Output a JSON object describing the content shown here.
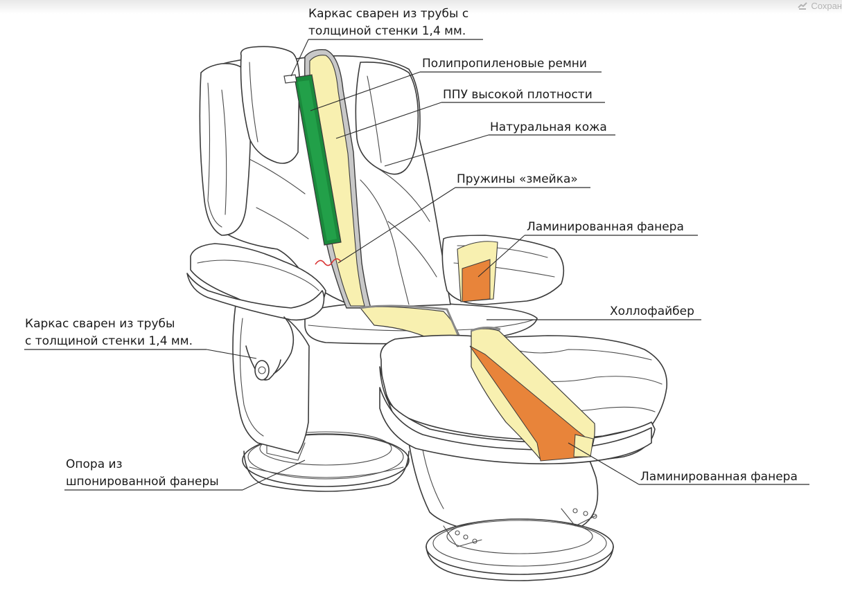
{
  "header": {
    "save_label": "Сохран",
    "save_icon": "save-icon"
  },
  "labels": {
    "frame_top": [
      "Каркас сварен из трубы с",
      "толщиной стенки 1,4 мм."
    ],
    "polypropylene_straps": "Полипропиленовые ремни",
    "hd_foam": "ППУ высокой плотности",
    "natural_leather": "Натуральная кожа",
    "zigzag_springs": "Пружины «змейка»",
    "laminated_plywood_arm": "Ламинированная фанера",
    "hollofiber": "Холлофайбер",
    "frame_side": [
      "Каркас сварен из трубы",
      "с толщиной стенки 1,4 мм."
    ],
    "base_support": [
      "Опора из",
      "шпонированной фанеры"
    ],
    "laminated_plywood_footrest": "Ламинированная фанера"
  },
  "colors": {
    "background": "#ffffff",
    "outline": "#3a3a3a",
    "strap_green": "#1a8a3c",
    "foam_yellow": "#f8f0b0",
    "plywood_orange": "#e8843a",
    "leather_grey": "#c8c8c8",
    "spring_red": "#d83030"
  }
}
